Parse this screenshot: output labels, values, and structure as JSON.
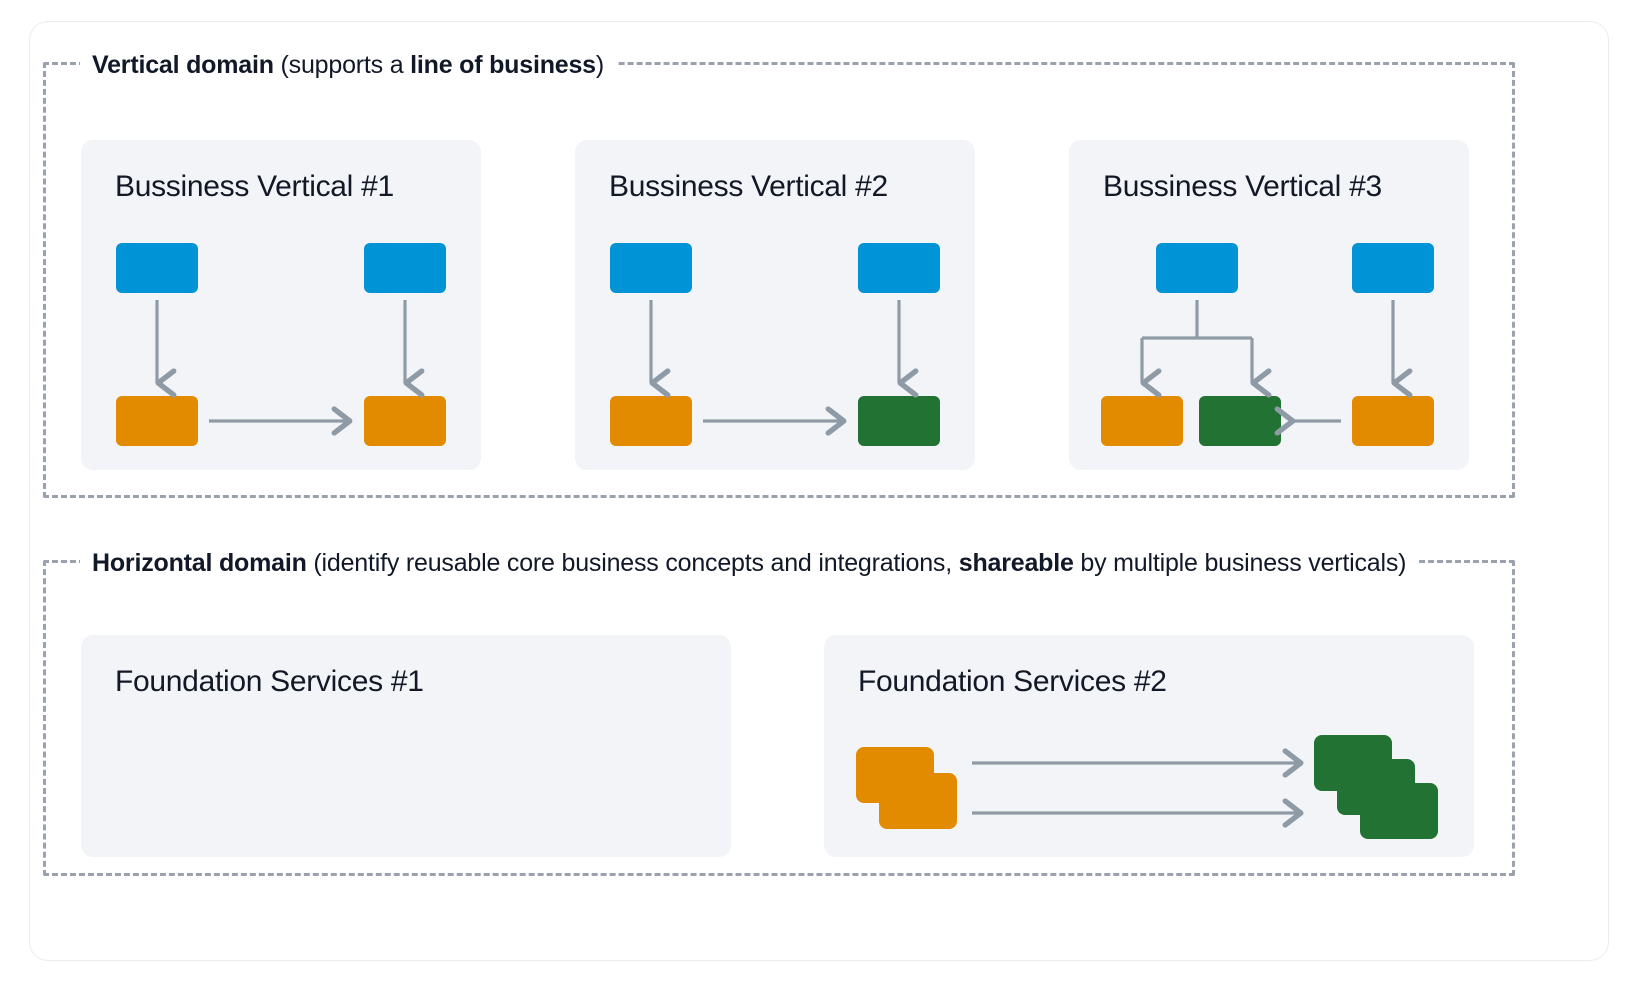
{
  "canvas": {
    "background": "#ffffff",
    "frame_color": "#0a0a0a"
  },
  "palette": {
    "blue": "#0093d6",
    "orange": "#e28b00",
    "green": "#217233",
    "card_bg": "#f2f4f8",
    "dashed_border": "#9aa3ad",
    "arrow": "#8e9aa5",
    "text": "#121826"
  },
  "vertical_domain": {
    "title_bold": "Vertical domain",
    "title_rest": " (supports a ",
    "title_bold2": "line of business",
    "title_tail": ")",
    "cards": [
      {
        "title": "Bussiness Vertical #1",
        "nodes": [
          {
            "name": "blue-left",
            "color": "blue"
          },
          {
            "name": "blue-right",
            "color": "blue"
          },
          {
            "name": "orange-left",
            "color": "orange"
          },
          {
            "name": "orange-right",
            "color": "orange"
          }
        ],
        "connectors": [
          {
            "from": "blue-left",
            "to": "orange-left",
            "direction": "down"
          },
          {
            "from": "blue-right",
            "to": "orange-right",
            "direction": "down"
          },
          {
            "from": "orange-left",
            "to": "orange-right",
            "direction": "right"
          }
        ]
      },
      {
        "title": "Bussiness Vertical #2",
        "nodes": [
          {
            "name": "blue-left",
            "color": "blue"
          },
          {
            "name": "blue-right",
            "color": "blue"
          },
          {
            "name": "orange-left",
            "color": "orange"
          },
          {
            "name": "green-right",
            "color": "green"
          }
        ],
        "connectors": [
          {
            "from": "blue-left",
            "to": "orange-left",
            "direction": "down"
          },
          {
            "from": "blue-right",
            "to": "green-right",
            "direction": "down"
          },
          {
            "from": "orange-left",
            "to": "green-right",
            "direction": "right"
          }
        ]
      },
      {
        "title": "Bussiness Vertical #3",
        "nodes": [
          {
            "name": "blue-left",
            "color": "blue"
          },
          {
            "name": "blue-right",
            "color": "blue"
          },
          {
            "name": "orange-left",
            "color": "orange"
          },
          {
            "name": "green-middle",
            "color": "green"
          },
          {
            "name": "orange-right",
            "color": "orange"
          }
        ],
        "connectors": [
          {
            "from": "blue-left",
            "to": "orange-left",
            "direction": "down-fork"
          },
          {
            "from": "blue-left",
            "to": "green-middle",
            "direction": "down-fork"
          },
          {
            "from": "blue-right",
            "to": "orange-right",
            "direction": "down"
          },
          {
            "from": "orange-right",
            "to": "green-middle",
            "direction": "left"
          }
        ]
      }
    ]
  },
  "horizontal_domain": {
    "title_bold": "Horizontal domain",
    "title_rest": " (identify reusable core business concepts and integrations, ",
    "title_bold2": "shareable",
    "title_tail": "  by multiple business verticals)",
    "cards": [
      {
        "title": "Foundation Services #1",
        "stacks": [],
        "connectors": []
      },
      {
        "title": "Foundation Services #2",
        "stacks": [
          {
            "name": "orange-stack",
            "color": "orange",
            "count": 2
          },
          {
            "name": "green-stack",
            "color": "green",
            "count": 3
          }
        ],
        "connectors": [
          {
            "from": "orange-stack",
            "to": "green-stack",
            "direction": "right"
          },
          {
            "from": "orange-stack",
            "to": "green-stack",
            "direction": "right"
          }
        ]
      }
    ]
  }
}
